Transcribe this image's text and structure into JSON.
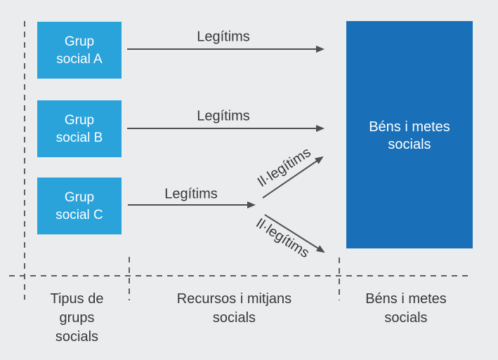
{
  "colors": {
    "background": "#ebeced",
    "group_box_fill": "#2aa3db",
    "goal_box_fill": "#1a70b8",
    "arrow_color": "#4f4f4f",
    "dashed_line_color": "#5f5f5f",
    "label_text": "#383838",
    "box_text": "#ffffff"
  },
  "groups": {
    "a": {
      "line1": "Grup",
      "line2": "social A"
    },
    "b": {
      "line1": "Grup",
      "line2": "social B"
    },
    "c": {
      "line1": "Grup",
      "line2": "social C"
    }
  },
  "arrows": {
    "legitim_a": "Legítims",
    "legitim_b": "Legítims",
    "legitim_c": "Legítims",
    "illegitim_up": "Il·legítims",
    "illegitim_down": "Il·legítims"
  },
  "goal_box": {
    "line1": "Béns i metes",
    "line2": "socials"
  },
  "footer": {
    "col1": {
      "line1": "Tipus de",
      "line2": "grups",
      "line3": "socials"
    },
    "col2": {
      "line1": "Recursos i mitjans",
      "line2": "socials"
    },
    "col3": {
      "line1": "Béns i metes",
      "line2": "socials"
    }
  }
}
